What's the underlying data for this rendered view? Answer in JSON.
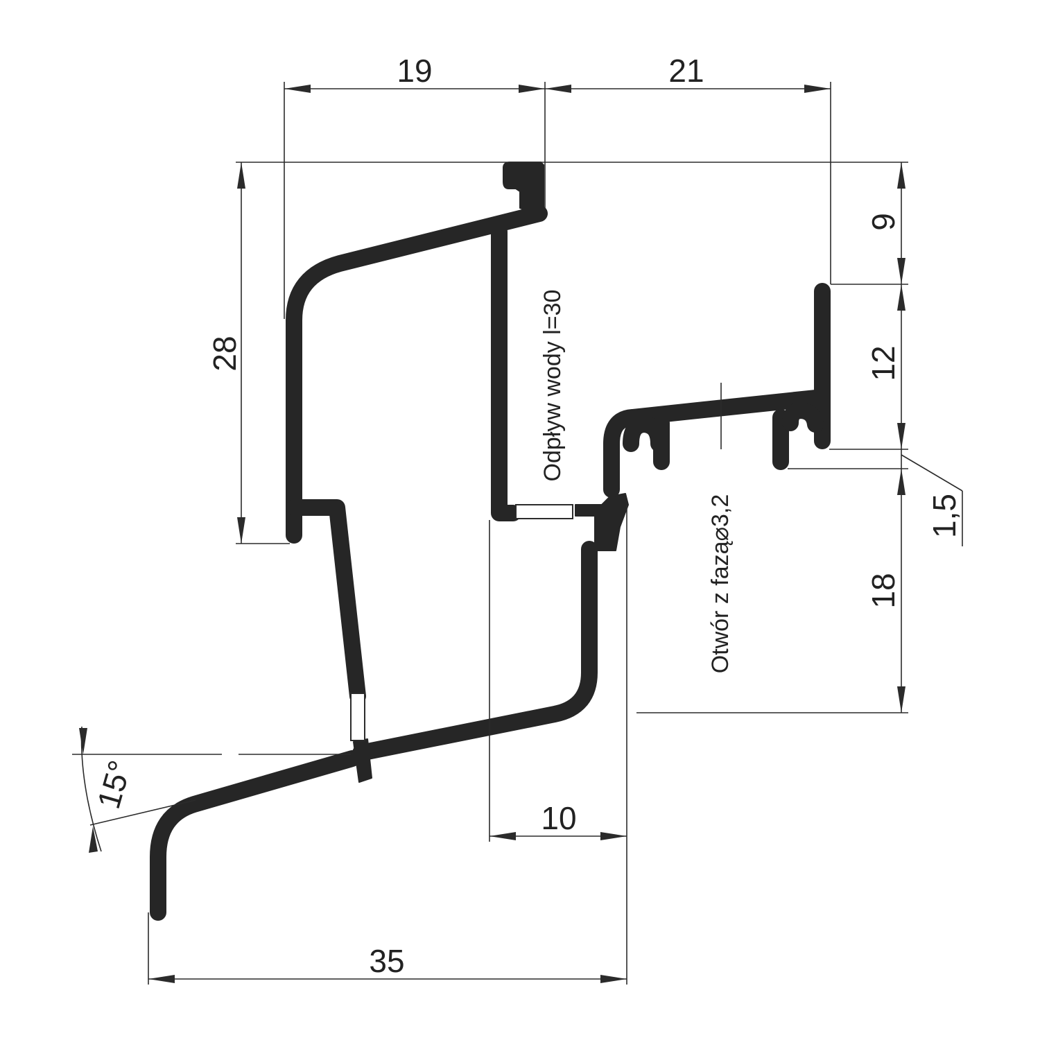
{
  "drawing": {
    "stroke_color": "#262626",
    "background": "#ffffff",
    "dimensions": {
      "top_left_width": "19",
      "top_right_width": "21",
      "left_height": "28",
      "right_top_height": "9",
      "right_mid_height": "12",
      "right_small": "1,5",
      "right_bottom_height": "18",
      "drain_offset": "10",
      "bottom_width": "35",
      "angle": "15°"
    },
    "notes": {
      "drain": "Odpływ wody l=30",
      "hole": "Otwór z fazą",
      "hole_symbol": "⌀",
      "hole_diameter": "3,2"
    }
  }
}
